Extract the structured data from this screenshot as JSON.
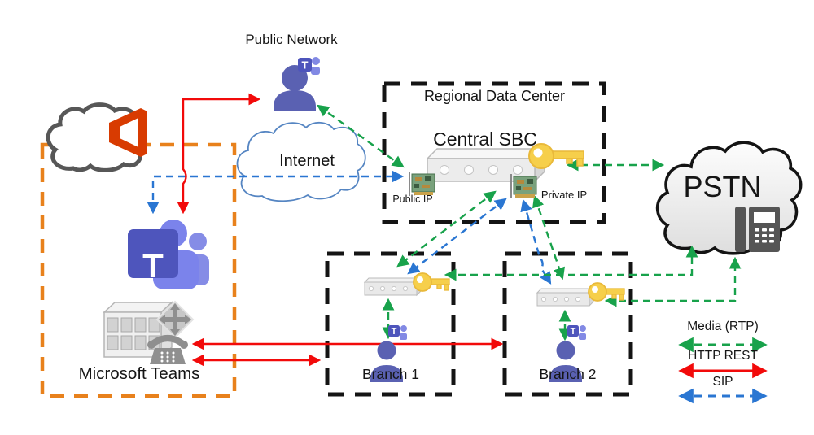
{
  "nodes": {
    "public_network": {
      "label": "Public Network"
    },
    "internet": {
      "label": "Internet"
    },
    "regional_data_center": {
      "label": "Regional Data Center",
      "sbc_label": "Central SBC",
      "public_ip_label": "Public IP",
      "private_ip_label": "Private IP"
    },
    "pstn": {
      "label": "PSTN"
    },
    "branch1": {
      "label": "Branch 1"
    },
    "branch2": {
      "label": "Branch 2"
    },
    "microsoft_teams": {
      "label": "Microsoft Teams"
    }
  },
  "legend": {
    "items": [
      {
        "label": "Media (RTP)",
        "color": "#18a24b",
        "line_style": "dashed"
      },
      {
        "label": "HTTP REST",
        "color": "#f20a0a",
        "line_style": "solid"
      },
      {
        "label": "SIP",
        "color": "#2a76d2",
        "line_style": "dashed"
      }
    ]
  },
  "logos": {
    "teams_letter": "T"
  },
  "colors": {
    "media_rtp_green": "#18a24b",
    "http_rest_red": "#f20a0a",
    "sip_blue": "#2a76d2",
    "teams_boundary_orange": "#e8811c",
    "boundary_black": "#141414",
    "teams_purple": "#4e55bc",
    "teams_light_purple": "#7b83eb",
    "user_purple": "#5a61b2",
    "key_gold": "#f6cf4b",
    "key_gold_dark": "#e9b93a",
    "office_red": "#d83b01",
    "internet_cloud_blue": "#5585c2"
  }
}
